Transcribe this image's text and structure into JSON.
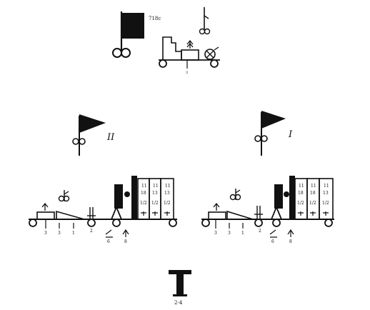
{
  "diagram": {
    "top_group": {
      "small_mark": "718c",
      "wheel_center_mark": "3"
    },
    "middle_flags": {
      "left_roman": "II",
      "right_roman": "I"
    },
    "left_formation": {
      "cars": [
        {
          "top": "11",
          "mid": "18",
          "frac": "1/2"
        },
        {
          "top": "11",
          "mid": "13",
          "frac": "1/2"
        },
        {
          "top": "11",
          "mid": "13",
          "frac": "1/2"
        }
      ],
      "bottom_marks": [
        "3",
        "3",
        "1",
        "2"
      ],
      "lower_marks": [
        "6",
        "8"
      ]
    },
    "right_formation": {
      "cars": [
        {
          "top": "11",
          "mid": "18",
          "frac": "1/2"
        },
        {
          "top": "11",
          "mid": "18",
          "frac": "1/2"
        },
        {
          "top": "11",
          "mid": "13",
          "frac": "1/2"
        }
      ],
      "bottom_marks": [
        "3",
        "3",
        "1",
        "2"
      ],
      "lower_marks": [
        "6",
        "8"
      ]
    },
    "bottom_symbol": {
      "label": "2-4"
    }
  }
}
